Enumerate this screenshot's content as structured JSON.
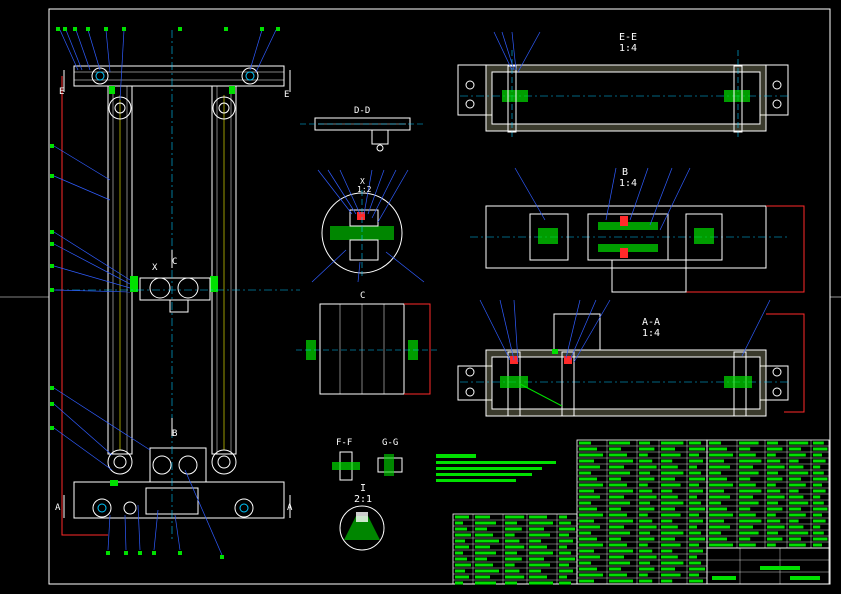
{
  "views": {
    "ee": {
      "title": "E-E",
      "scale": "1:4"
    },
    "b": {
      "title": "B",
      "scale": "1:4"
    },
    "aa": {
      "title": "A-A",
      "scale": "1:4"
    },
    "dd": {
      "title": "D-D"
    },
    "detail_x": {
      "title": "X",
      "scale": "1:2"
    },
    "c": {
      "title": "C"
    },
    "ff": {
      "title": "F-F"
    },
    "gg": {
      "title": "G-G"
    },
    "detail_i": {
      "title": "I",
      "scale": "2:1"
    }
  },
  "section_marks": {
    "e_left": "E",
    "e_right": "E",
    "a_left": "A",
    "a_right": "A",
    "c_top": "C",
    "b_bottom": "B",
    "x_mark": "X"
  },
  "colors": {
    "frame": "#ffffff",
    "outline": "#ffffff",
    "red": "#ff2a2a",
    "green": "#00e000",
    "cyan": "#00c8ff",
    "blue": "#2f5cff",
    "yellow": "#ffff00",
    "hatch": "#00ff5a",
    "magenta": "#ff40ff"
  }
}
